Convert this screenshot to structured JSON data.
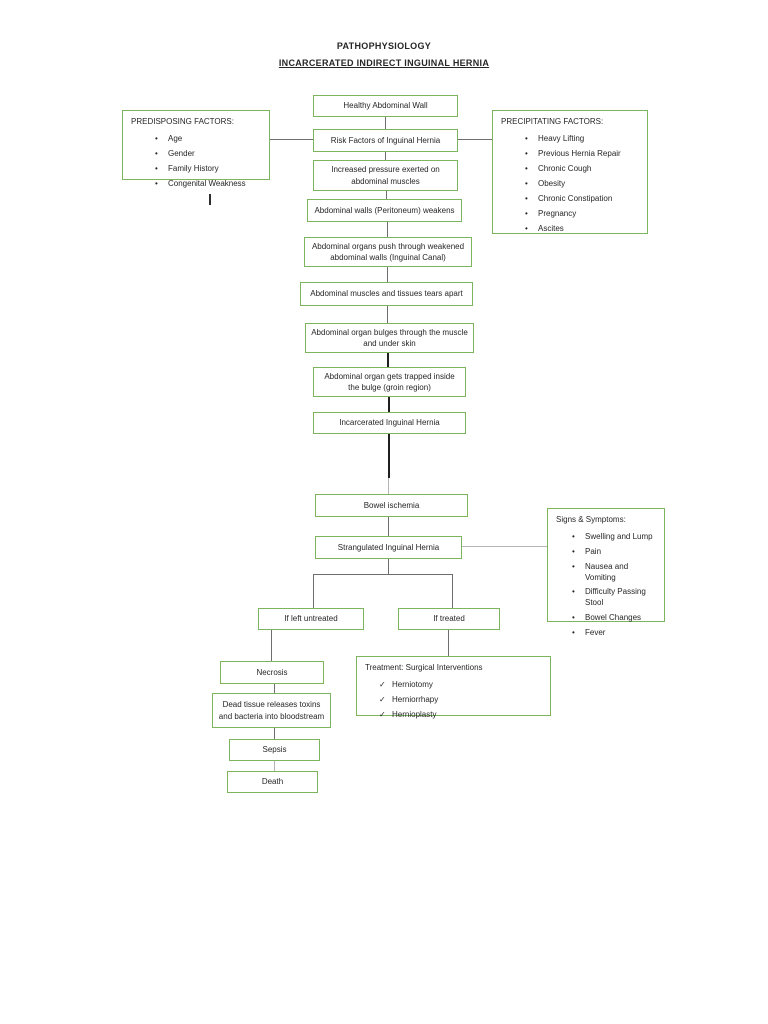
{
  "titles": {
    "main": "PATHOPHYSIOLOGY",
    "sub": "INCARCERATED INDIRECT INGUINAL HERNIA"
  },
  "icons": {
    "bullet": "•",
    "check": "✓"
  },
  "colors": {
    "box_border": "#7cb55e",
    "text": "#262626",
    "connector": "#6e6e6e",
    "connector_dark": "#1f1f1f",
    "connector_light": "#b5b5b5",
    "page_background": "#ffffff"
  },
  "nodes": {
    "healthy": "Healthy Abdominal Wall",
    "risk": "Risk Factors of Inguinal Hernia",
    "pressure": "Increased pressure exerted on abdominal muscles",
    "weakens": "Abdominal walls (Peritoneum) weakens",
    "push": "Abdominal organs push through weakened abdominal walls (Inguinal Canal)",
    "tears": "Abdominal muscles and tissues tears apart",
    "bulges": "Abdominal organ bulges through the muscle and under skin",
    "trapped": "Abdominal organ gets trapped inside the bulge (groin region)",
    "incarcerated": "Incarcerated Inguinal Hernia",
    "ischemia": "Bowel ischemia",
    "strangulated": "Strangulated Inguinal Hernia",
    "untreated": "If left untreated",
    "treated": "If treated",
    "necrosis": "Necrosis",
    "dead_tissue": "Dead tissue releases toxins and bacteria into bloodstream",
    "sepsis": "Sepsis",
    "death": "Death"
  },
  "predisposing": {
    "title": "PREDISPOSING FACTORS:",
    "items": [
      "Age",
      "Gender",
      "Family History",
      "Congenital Weakness"
    ]
  },
  "precipitating": {
    "title": "PRECIPITATING FACTORS:",
    "items": [
      "Heavy Lifting",
      "Previous Hernia Repair",
      "Chronic Cough",
      "Obesity",
      "Chronic Constipation",
      "Pregnancy",
      "Ascites"
    ]
  },
  "signs": {
    "title": "Signs & Symptoms:",
    "items": [
      "Swelling and Lump",
      "Pain",
      "Nausea and Vomiting",
      "Difficulty Passing Stool",
      "Bowel Changes",
      "Fever"
    ]
  },
  "treatment": {
    "title": "Treatment: Surgical Interventions",
    "items": [
      "Herniotomy",
      "Herniorrhapy",
      "Hernioplasty"
    ]
  }
}
